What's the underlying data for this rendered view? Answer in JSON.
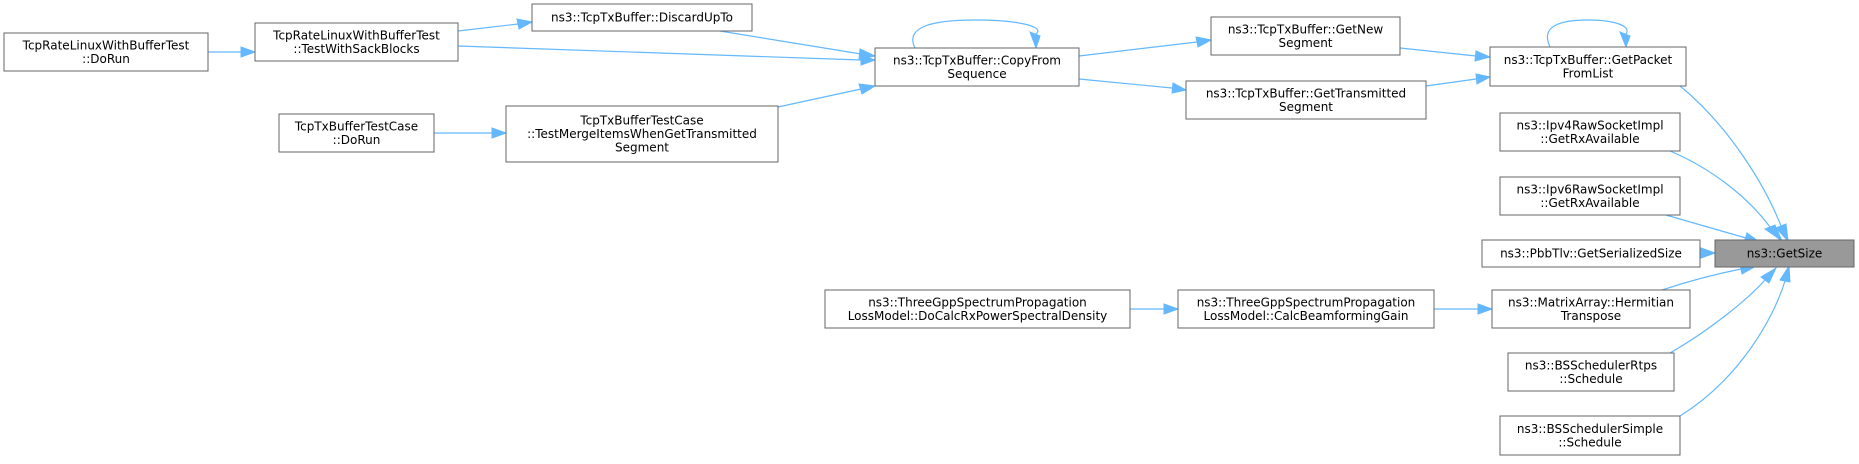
{
  "graph": {
    "type": "caller-graph",
    "nodes": [
      {
        "id": "getsize",
        "lines": [
          "ns3::GetSize"
        ],
        "focus": true
      },
      {
        "id": "getpacketfromlist",
        "lines": [
          "ns3::TcpTxBuffer::GetPacket",
          "FromList"
        ]
      },
      {
        "id": "getnewsegment",
        "lines": [
          "ns3::TcpTxBuffer::GetNew",
          "Segment"
        ]
      },
      {
        "id": "gettransmittedsegment",
        "lines": [
          "ns3::TcpTxBuffer::GetTransmitted",
          "Segment"
        ]
      },
      {
        "id": "copyfromsequence",
        "lines": [
          "ns3::TcpTxBuffer::CopyFrom",
          "Sequence"
        ]
      },
      {
        "id": "discardupto",
        "lines": [
          "ns3::TcpTxBuffer::DiscardUpTo"
        ]
      },
      {
        "id": "testwithsackblocks",
        "lines": [
          "TcpRateLinuxWithBufferTest",
          "::TestWithSackBlocks"
        ]
      },
      {
        "id": "tcpratedorun",
        "lines": [
          "TcpRateLinuxWithBufferTest",
          "::DoRun"
        ]
      },
      {
        "id": "testmergeitems",
        "lines": [
          "TcpTxBufferTestCase",
          "::TestMergeItemsWhenGetTransmitted",
          "Segment"
        ]
      },
      {
        "id": "txbufferdorun",
        "lines": [
          "TcpTxBufferTestCase",
          "::DoRun"
        ]
      },
      {
        "id": "ipv4getrx",
        "lines": [
          "ns3::Ipv4RawSocketImpl",
          "::GetRxAvailable"
        ]
      },
      {
        "id": "ipv6getrx",
        "lines": [
          "ns3::Ipv6RawSocketImpl",
          "::GetRxAvailable"
        ]
      },
      {
        "id": "pbbtlv",
        "lines": [
          "ns3::PbbTlv::GetSerializedSize"
        ]
      },
      {
        "id": "hermitian",
        "lines": [
          "ns3::MatrixArray::Hermitian",
          "Transpose"
        ]
      },
      {
        "id": "calcbeamforming",
        "lines": [
          "ns3::ThreeGppSpectrumPropagation",
          "LossModel::CalcBeamformingGain"
        ]
      },
      {
        "id": "docalcrx",
        "lines": [
          "ns3::ThreeGppSpectrumPropagation",
          "LossModel::DoCalcRxPowerSpectralDensity"
        ]
      },
      {
        "id": "schedrtps",
        "lines": [
          "ns3::BSSchedulerRtps",
          "::Schedule"
        ]
      },
      {
        "id": "schedsimple",
        "lines": [
          "ns3::BSSchedulerSimple",
          "::Schedule"
        ]
      }
    ],
    "edges": [
      {
        "from": "getpacketfromlist",
        "to": "getsize"
      },
      {
        "from": "ipv4getrx",
        "to": "getsize"
      },
      {
        "from": "ipv6getrx",
        "to": "getsize"
      },
      {
        "from": "pbbtlv",
        "to": "getsize"
      },
      {
        "from": "hermitian",
        "to": "getsize"
      },
      {
        "from": "schedrtps",
        "to": "getsize"
      },
      {
        "from": "schedsimple",
        "to": "getsize"
      },
      {
        "from": "getpacketfromlist",
        "to": "getpacketfromlist"
      },
      {
        "from": "getnewsegment",
        "to": "getpacketfromlist"
      },
      {
        "from": "gettransmittedsegment",
        "to": "getpacketfromlist"
      },
      {
        "from": "copyfromsequence",
        "to": "getnewsegment"
      },
      {
        "from": "copyfromsequence",
        "to": "gettransmittedsegment"
      },
      {
        "from": "copyfromsequence",
        "to": "copyfromsequence"
      },
      {
        "from": "discardupto",
        "to": "copyfromsequence"
      },
      {
        "from": "testwithsackblocks",
        "to": "copyfromsequence"
      },
      {
        "from": "testmergeitems",
        "to": "copyfromsequence"
      },
      {
        "from": "testwithsackblocks",
        "to": "discardupto"
      },
      {
        "from": "tcpratedorun",
        "to": "testwithsackblocks"
      },
      {
        "from": "txbufferdorun",
        "to": "testmergeitems"
      },
      {
        "from": "calcbeamforming",
        "to": "hermitian"
      },
      {
        "from": "docalcrx",
        "to": "calcbeamforming"
      }
    ],
    "colors": {
      "edge": "#63b8ff",
      "node_border": "#666666",
      "node_fill": "#ffffff",
      "focus_fill": "#999999"
    }
  }
}
